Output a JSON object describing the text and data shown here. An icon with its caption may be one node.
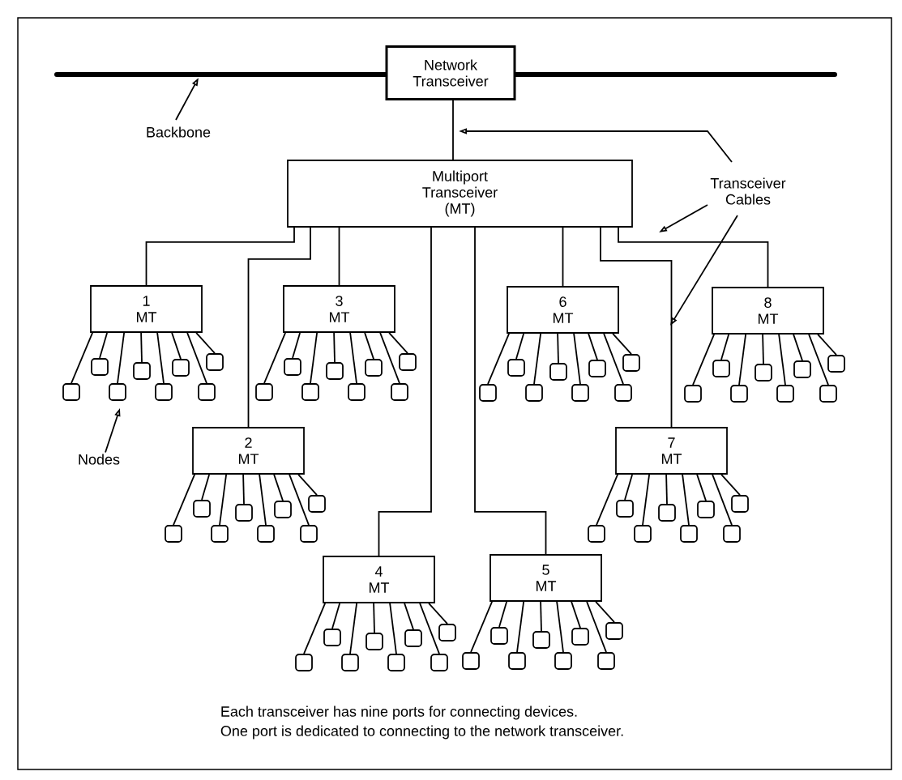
{
  "diagram": {
    "nodes": [
      {
        "text": [
          "Network Transceiver"
        ]
      },
      {
        "text": [
          "Backbone"
        ]
      },
      {
        "text": [
          "Multiport Transceiver (MT)"
        ]
      },
      {
        "text": [
          "Transceiver Cables"
        ]
      },
      {
        "text": [
          "1",
          "MT"
        ]
      },
      {
        "text": [
          "2",
          "MT"
        ]
      },
      {
        "text": [
          "3",
          "MT"
        ]
      },
      {
        "text": [
          "4",
          "MT"
        ]
      },
      {
        "text": [
          "5",
          "MT"
        ]
      },
      {
        "text": [
          "6",
          "MT"
        ]
      },
      {
        "text": [
          "7",
          "MT"
        ]
      },
      {
        "text": [
          "8",
          "MT"
        ]
      },
      {
        "text": [
          "Nodes"
        ]
      },
      {
        "text": [],
        "shape": "box"
      },
      {
        "text": [],
        "shape": "box"
      },
      {
        "text": [],
        "shape": "box"
      },
      {
        "text": [],
        "shape": "box"
      },
      {
        "text": [],
        "shape": "box"
      },
      {
        "text": [],
        "shape": "box"
      },
      {
        "text": [],
        "shape": "box"
      },
      {
        "text": [],
        "shape": "box"
      },
      {
        "text": [],
        "shape": "box"
      },
      {
        "text": [],
        "shape": "box"
      },
      {
        "text": [],
        "shape": "box"
      },
      {
        "text": [],
        "shape": "box"
      },
      {
        "text": [],
        "shape": "box"
      },
      {
        "text": [],
        "shape": "box"
      },
      {
        "text": [],
        "shape": "box"
      },
      {
        "text": [],
        "shape": "box"
      },
      {
        "text": [],
        "shape": "box"
      },
      {
        "text": [],
        "shape": "box"
      },
      {
        "text": [],
        "shape": "box"
      },
      {
        "text": [],
        "shape": "box"
      },
      {
        "text": [],
        "shape": "box"
      },
      {
        "text": [],
        "shape": "box"
      },
      {
        "text": [],
        "shape": "box"
      },
      {
        "text": [],
        "shape": "box"
      },
      {
        "text": [],
        "shape": "box"
      },
      {
        "text": [],
        "shape": "box"
      },
      {
        "text": [],
        "shape": "box"
      },
      {
        "text": [],
        "shape": "box"
      },
      {
        "text": [],
        "shape": "box"
      },
      {
        "text": [],
        "shape": "box"
      },
      {
        "text": [],
        "shape": "box"
      },
      {
        "text": [],
        "shape": "box"
      },
      {
        "text": [],
        "shape": "box"
      },
      {
        "text": [],
        "shape": "box"
      },
      {
        "text": [],
        "shape": "box"
      },
      {
        "text": [],
        "shape": "box"
      },
      {
        "text": [],
        "shape": "box"
      },
      {
        "text": [],
        "shape": "box"
      },
      {
        "text": [],
        "shape": "box"
      },
      {
        "text": [],
        "shape": "box"
      },
      {
        "text": [],
        "shape": "box"
      },
      {
        "text": [],
        "shape": "box"
      },
      {
        "text": [],
        "shape": "box"
      },
      {
        "text": [],
        "shape": "box"
      },
      {
        "text": [],
        "shape": "box"
      },
      {
        "text": [],
        "shape": "box"
      },
      {
        "text": [],
        "shape": "box"
      },
      {
        "text": [],
        "shape": "box"
      },
      {
        "text": [],
        "shape": "box"
      },
      {
        "text": [],
        "shape": "box"
      },
      {
        "text": [],
        "shape": "box"
      },
      {
        "text": [],
        "shape": "box"
      },
      {
        "text": [],
        "shape": "box"
      },
      {
        "text": [],
        "shape": "box"
      },
      {
        "text": [],
        "shape": "box"
      },
      {
        "text": [],
        "shape": "box"
      },
      {
        "text": [],
        "shape": "box"
      },
      {
        "text": [],
        "shape": "box"
      },
      {
        "text": [],
        "shape": "box"
      },
      {
        "text": [],
        "shape": "box"
      },
      {
        "text": [],
        "shape": "box"
      },
      {
        "text": [],
        "shape": "box"
      },
      {
        "text": [],
        "shape": "box"
      },
      {
        "text": [],
        "shape": "box"
      }
    ],
    "edges": [
      {
        "from": 0,
        "to": 2,
        "arrow": "none"
      },
      {
        "from": 2,
        "to": 4,
        "arrow": "none"
      },
      {
        "from": 2,
        "to": 5,
        "arrow": "none"
      },
      {
        "from": 2,
        "to": 6,
        "arrow": "none"
      },
      {
        "from": 2,
        "to": 7,
        "arrow": "none"
      },
      {
        "from": 2,
        "to": 8,
        "arrow": "none"
      },
      {
        "from": 2,
        "to": 9,
        "arrow": "none"
      },
      {
        "from": 2,
        "to": 10,
        "arrow": "none"
      },
      {
        "from": 2,
        "to": 11,
        "arrow": "none"
      },
      {
        "from": 4,
        "to": 13,
        "arrow": "none"
      },
      {
        "from": 4,
        "to": 14,
        "arrow": "none"
      },
      {
        "from": 4,
        "to": 15,
        "arrow": "none"
      },
      {
        "from": 4,
        "to": 16,
        "arrow": "none"
      },
      {
        "from": 4,
        "to": 17,
        "arrow": "none"
      },
      {
        "from": 4,
        "to": 18,
        "arrow": "none"
      },
      {
        "from": 4,
        "to": 19,
        "arrow": "none"
      },
      {
        "from": 4,
        "to": 20,
        "arrow": "none"
      },
      {
        "from": 5,
        "to": 21,
        "arrow": "none"
      },
      {
        "from": 5,
        "to": 22,
        "arrow": "none"
      },
      {
        "from": 5,
        "to": 23,
        "arrow": "none"
      },
      {
        "from": 5,
        "to": 24,
        "arrow": "none"
      },
      {
        "from": 5,
        "to": 25,
        "arrow": "none"
      },
      {
        "from": 5,
        "to": 26,
        "arrow": "none"
      },
      {
        "from": 5,
        "to": 27,
        "arrow": "none"
      },
      {
        "from": 5,
        "to": 28,
        "arrow": "none"
      },
      {
        "from": 6,
        "to": 29,
        "arrow": "none"
      },
      {
        "from": 6,
        "to": 30,
        "arrow": "none"
      },
      {
        "from": 6,
        "to": 31,
        "arrow": "none"
      },
      {
        "from": 6,
        "to": 32,
        "arrow": "none"
      },
      {
        "from": 6,
        "to": 33,
        "arrow": "none"
      },
      {
        "from": 6,
        "to": 34,
        "arrow": "none"
      },
      {
        "from": 6,
        "to": 35,
        "arrow": "none"
      },
      {
        "from": 6,
        "to": 36,
        "arrow": "none"
      },
      {
        "from": 7,
        "to": 37,
        "arrow": "none"
      },
      {
        "from": 7,
        "to": 38,
        "arrow": "none"
      },
      {
        "from": 7,
        "to": 39,
        "arrow": "none"
      },
      {
        "from": 7,
        "to": 40,
        "arrow": "none"
      },
      {
        "from": 7,
        "to": 41,
        "arrow": "none"
      },
      {
        "from": 7,
        "to": 42,
        "arrow": "none"
      },
      {
        "from": 7,
        "to": 43,
        "arrow": "none"
      },
      {
        "from": 7,
        "to": 44,
        "arrow": "none"
      },
      {
        "from": 8,
        "to": 45,
        "arrow": "none"
      },
      {
        "from": 8,
        "to": 46,
        "arrow": "none"
      },
      {
        "from": 8,
        "to": 47,
        "arrow": "none"
      },
      {
        "from": 8,
        "to": 48,
        "arrow": "none"
      },
      {
        "from": 8,
        "to": 49,
        "arrow": "none"
      },
      {
        "from": 8,
        "to": 50,
        "arrow": "none"
      },
      {
        "from": 8,
        "to": 51,
        "arrow": "none"
      },
      {
        "from": 8,
        "to": 52,
        "arrow": "none"
      },
      {
        "from": 9,
        "to": 53,
        "arrow": "none"
      },
      {
        "from": 9,
        "to": 54,
        "arrow": "none"
      },
      {
        "from": 9,
        "to": 55,
        "arrow": "none"
      },
      {
        "from": 9,
        "to": 56,
        "arrow": "none"
      },
      {
        "from": 9,
        "to": 57,
        "arrow": "none"
      },
      {
        "from": 9,
        "to": 58,
        "arrow": "none"
      },
      {
        "from": 9,
        "to": 59,
        "arrow": "none"
      },
      {
        "from": 9,
        "to": 60,
        "arrow": "none"
      },
      {
        "from": 10,
        "to": 61,
        "arrow": "none"
      },
      {
        "from": 10,
        "to": 62,
        "arrow": "none"
      },
      {
        "from": 10,
        "to": 63,
        "arrow": "none"
      },
      {
        "from": 10,
        "to": 64,
        "arrow": "none"
      },
      {
        "from": 10,
        "to": 65,
        "arrow": "none"
      },
      {
        "from": 10,
        "to": 66,
        "arrow": "none"
      },
      {
        "from": 10,
        "to": 67,
        "arrow": "none"
      },
      {
        "from": 10,
        "to": 68,
        "arrow": "none"
      },
      {
        "from": 11,
        "to": 69,
        "arrow": "none"
      },
      {
        "from": 11,
        "to": 70,
        "arrow": "none"
      },
      {
        "from": 11,
        "to": 71,
        "arrow": "none"
      },
      {
        "from": 11,
        "to": 72,
        "arrow": "none"
      },
      {
        "from": 11,
        "to": 73,
        "arrow": "none"
      },
      {
        "from": 11,
        "to": 74,
        "arrow": "none"
      },
      {
        "from": 11,
        "to": 75,
        "arrow": "none"
      },
      {
        "from": 11,
        "to": 76,
        "arrow": "none"
      },
      {
        "from": 1,
        "to": null,
        "arrow": "to"
      },
      {
        "from": 12,
        "to": 15,
        "arrow": "to"
      },
      {
        "from": 3,
        "to": null,
        "arrow": "to"
      },
      {
        "from": 3,
        "to": null,
        "arrow": "to"
      },
      {
        "from": 3,
        "to": null,
        "arrow": "to"
      }
    ],
    "labels": [
      "Each transceiver has nine ports for connecting devices.",
      "One port is dedicated to connecting to the network transceiver."
    ]
  }
}
